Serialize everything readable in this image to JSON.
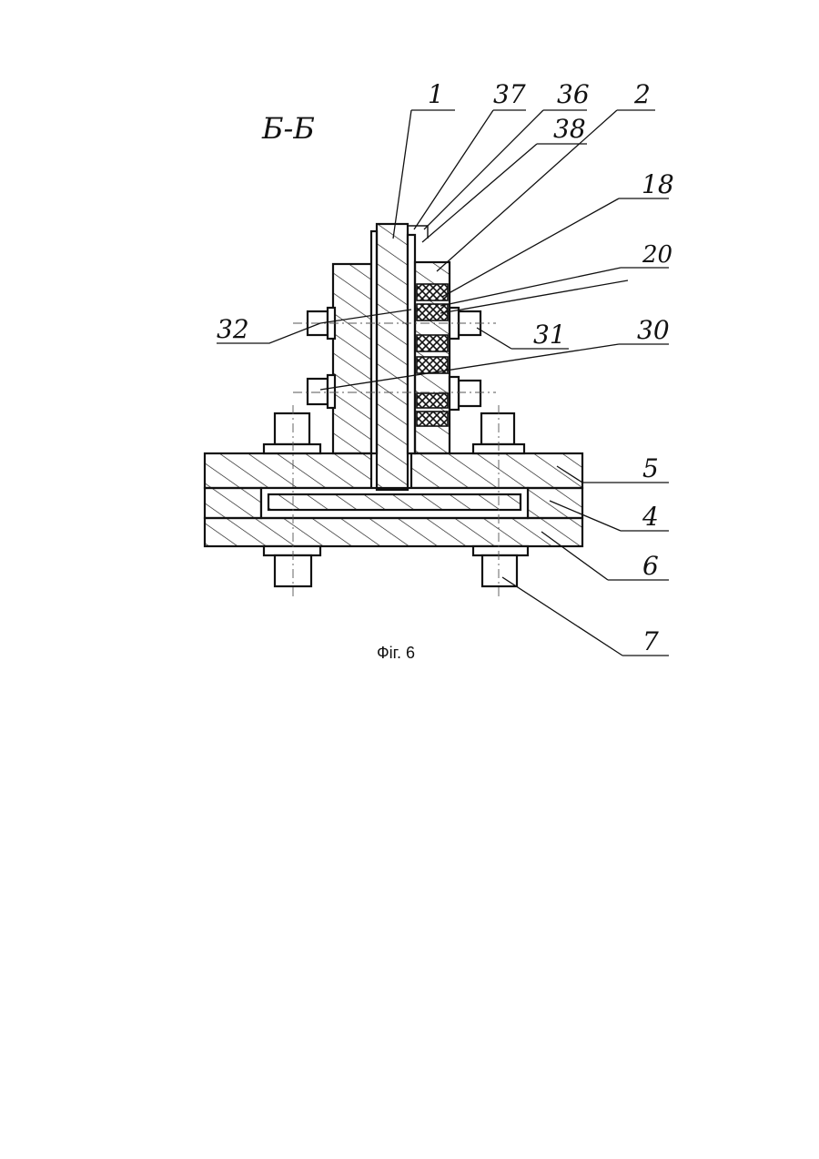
{
  "section_label": "Б-Б",
  "caption": "Фіг. 6",
  "part_labels": {
    "p1": "1",
    "p37": "37",
    "p36": "36",
    "p2": "2",
    "p38": "38",
    "p18": "18",
    "p20": "20",
    "p32": "32",
    "p31": "31",
    "p30": "30",
    "p5": "5",
    "p4": "4",
    "p6": "6",
    "p7": "7"
  }
}
